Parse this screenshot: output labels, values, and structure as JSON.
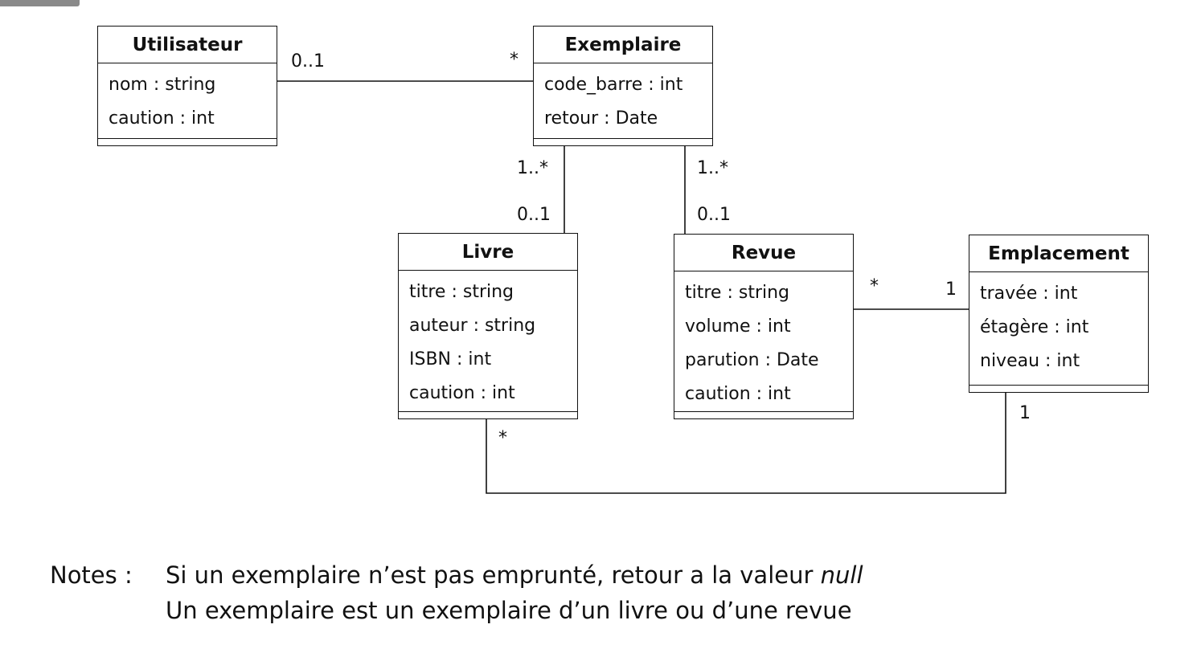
{
  "classes": {
    "utilisateur": {
      "name": "Utilisateur",
      "attributes": [
        "nom : string",
        "caution : int"
      ]
    },
    "exemplaire": {
      "name": "Exemplaire",
      "attributes": [
        "code_barre : int",
        "retour : Date"
      ]
    },
    "livre": {
      "name": "Livre",
      "attributes": [
        "titre : string",
        "auteur : string",
        "ISBN : int",
        "caution : int"
      ]
    },
    "revue": {
      "name": "Revue",
      "attributes": [
        "titre : string",
        "volume : int",
        "parution : Date",
        "caution : int"
      ]
    },
    "emplacement": {
      "name": "Emplacement",
      "attributes": [
        "travée : int",
        "étagère : int",
        "niveau : int"
      ]
    }
  },
  "associations": {
    "utilisateur_exemplaire": {
      "utilisateur_end": "0..1",
      "exemplaire_end": "*"
    },
    "exemplaire_livre": {
      "exemplaire_end": "1..*",
      "livre_end": "0..1"
    },
    "exemplaire_revue": {
      "exemplaire_end": "1..*",
      "revue_end": "0..1"
    },
    "revue_emplacement": {
      "revue_end": "*",
      "emplacement_end": "1"
    },
    "livre_emplacement": {
      "livre_end": "*",
      "emplacement_end": "1"
    }
  },
  "notes": {
    "label": "Notes :",
    "line1_text": "Si un exemplaire n’est pas emprunté, retour a la valeur ",
    "line1_italic": "null",
    "line2": "Un exemplaire est un exemplaire d’un livre ou d’une revue"
  }
}
